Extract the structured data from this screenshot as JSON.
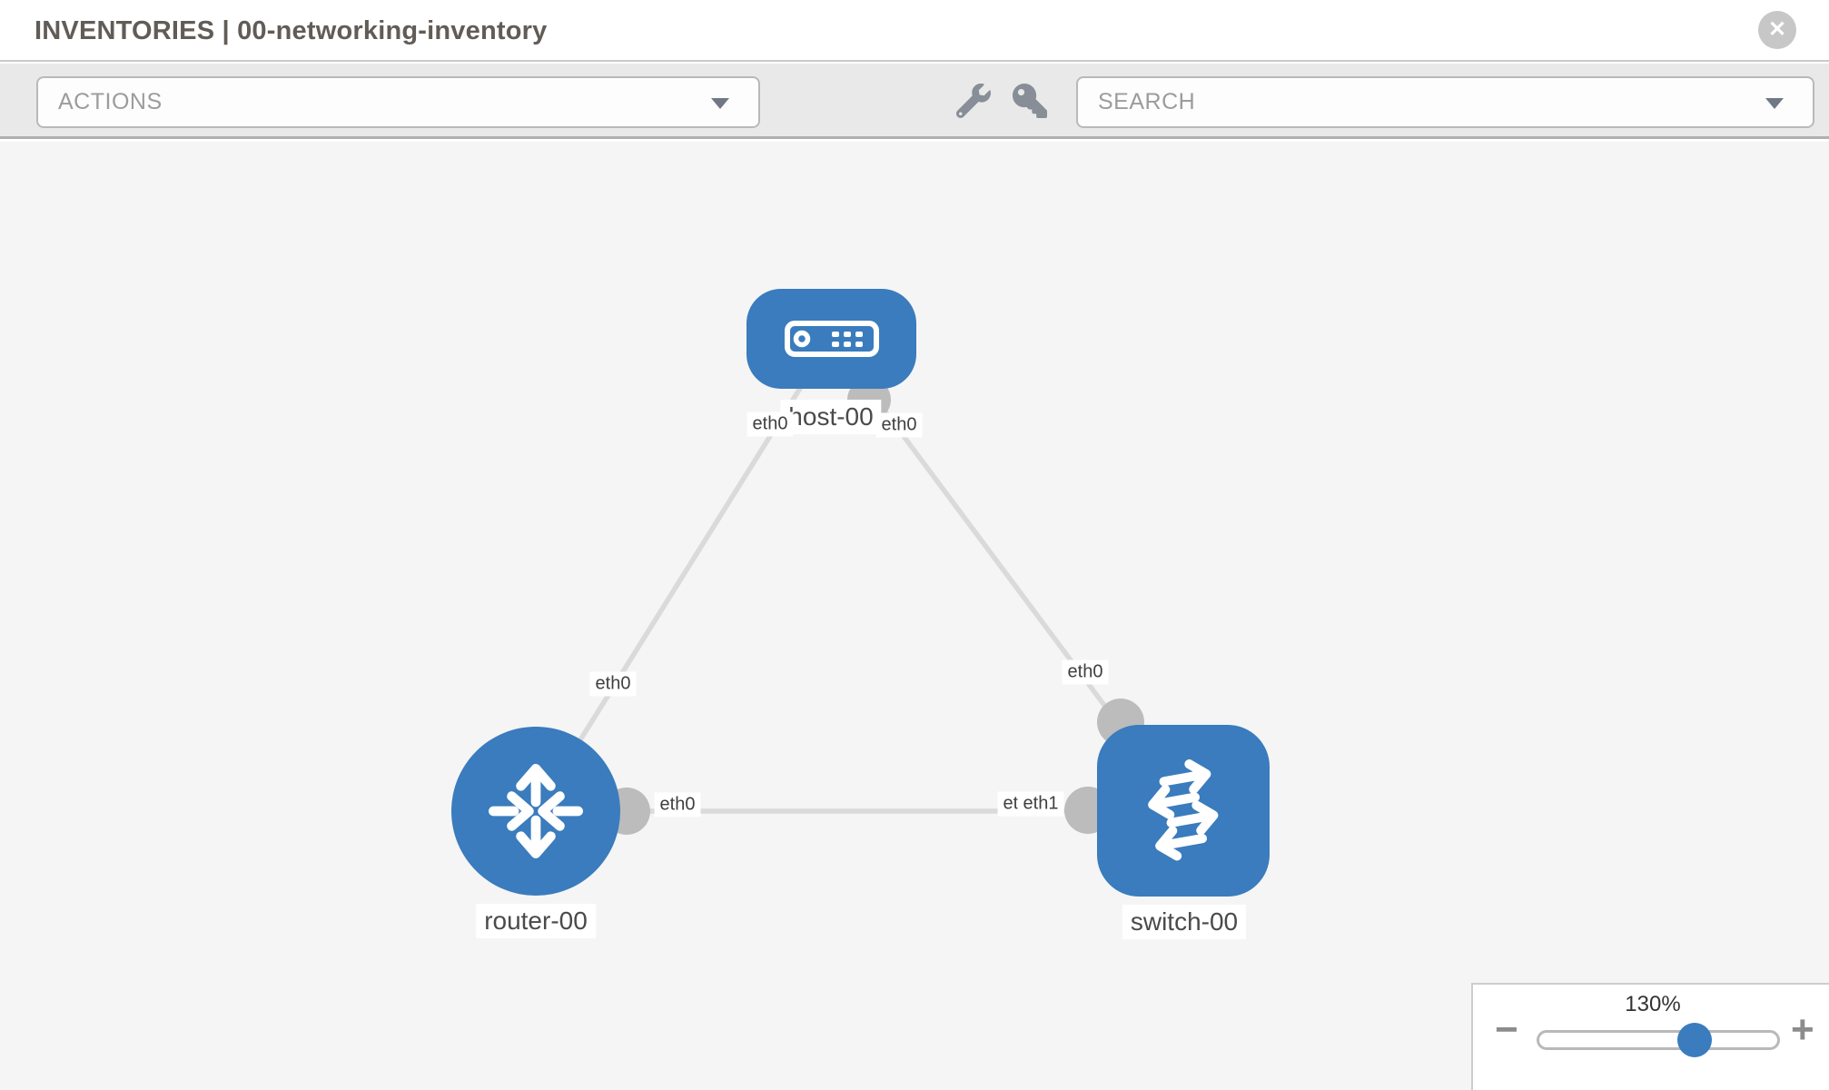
{
  "header": {
    "title": "INVENTORIES | 00-networking-inventory"
  },
  "toolbar": {
    "actions_label": "ACTIONS",
    "search_label": "SEARCH"
  },
  "icons": {
    "close": "✕",
    "wrench": "wrench-icon",
    "key": "key-icon",
    "chevron": "chevron-down-icon",
    "minus": "−",
    "plus": "+"
  },
  "colors": {
    "node_blue": "#3a7cbd",
    "link_gray": "#dadada",
    "endpoint_gray": "#bcbcbc",
    "canvas_bg": "#f5f5f5",
    "toolbar_bg": "#e9e9e9"
  },
  "topology": {
    "nodes": [
      {
        "id": "host-00",
        "type": "host",
        "label": "host-00"
      },
      {
        "id": "router-00",
        "type": "router",
        "label": "router-00"
      },
      {
        "id": "switch-00",
        "type": "switch",
        "label": "switch-00"
      }
    ],
    "interfaces": {
      "host_left": "eth0",
      "host_right": "eth0",
      "router_top": "eth0",
      "switch_top": "eth0",
      "router_right": "eth0",
      "switch_under": "eth0",
      "switch_right": "eth1"
    },
    "links": [
      {
        "from": "host-00",
        "from_iface": "eth0",
        "to": "router-00",
        "to_iface": "eth0"
      },
      {
        "from": "host-00",
        "from_iface": "eth0",
        "to": "switch-00",
        "to_iface": "eth0"
      },
      {
        "from": "router-00",
        "from_iface": "eth0",
        "to": "switch-00",
        "to_iface": "eth1"
      }
    ]
  },
  "zoom_control": {
    "level": "130%"
  }
}
